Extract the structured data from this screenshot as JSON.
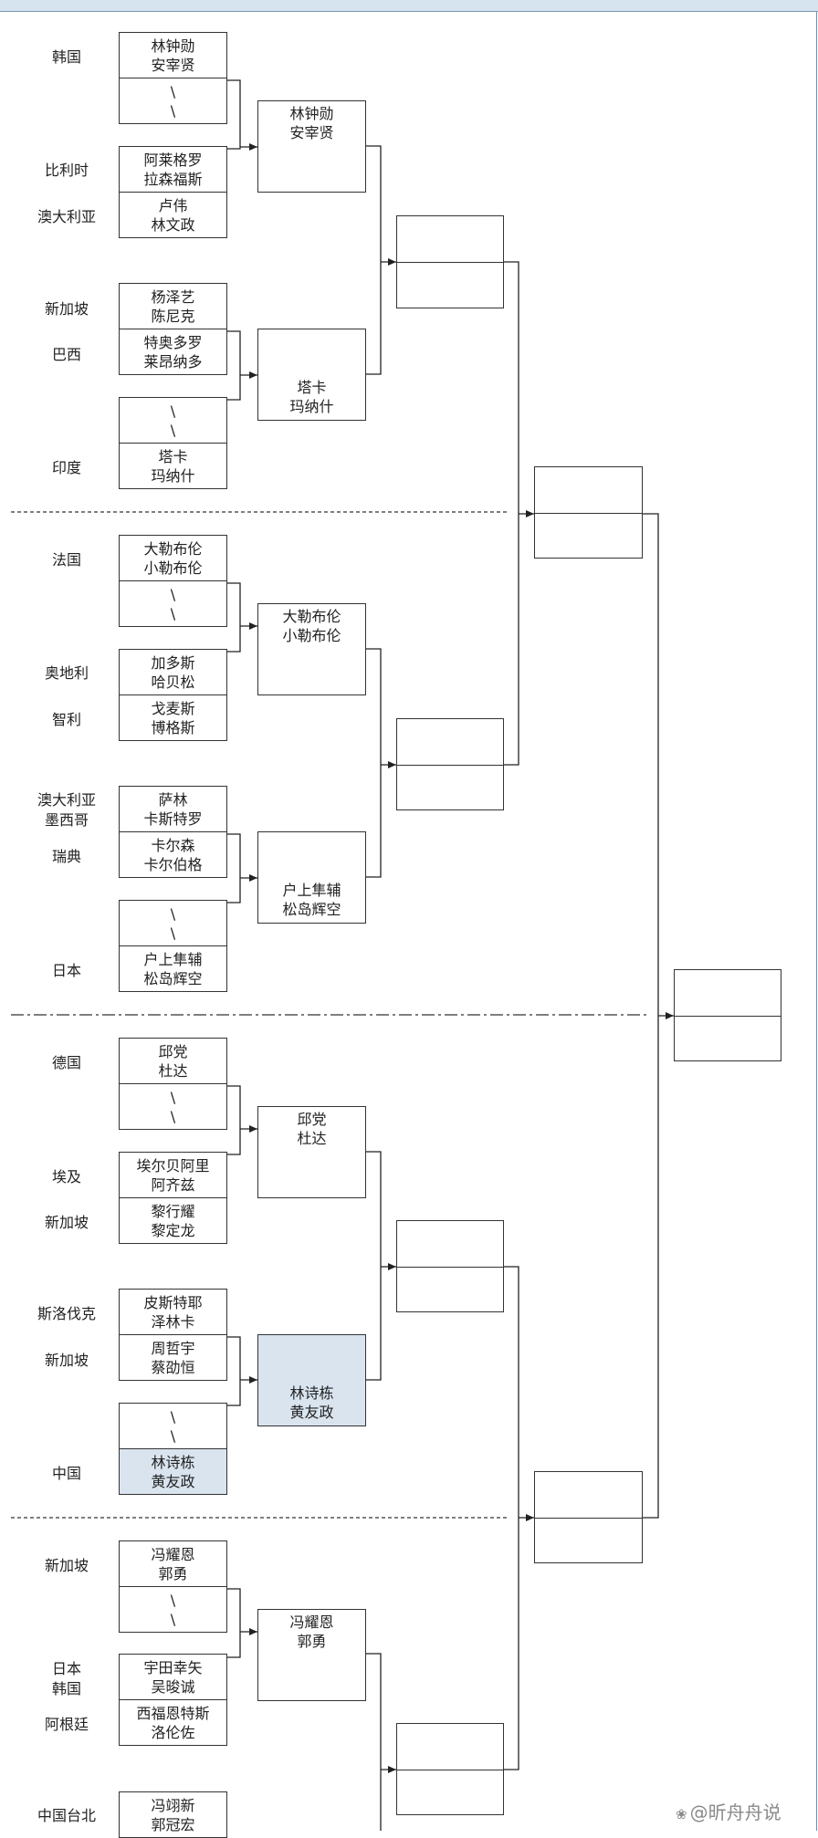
{
  "rounds": {
    "r1": [
      {
        "label": "slot-1",
        "lines": [
          "林钟勋",
          "安宰贤"
        ]
      },
      {
        "label": "slot-2",
        "lines": [
          "\\",
          "\\"
        ]
      },
      {
        "label": "slot-3",
        "lines": [
          "阿莱格罗",
          "拉森福斯"
        ]
      },
      {
        "label": "slot-4",
        "lines": [
          "卢伟",
          "林文政"
        ]
      },
      {
        "label": "slot-5",
        "lines": [
          "杨泽艺",
          "陈尼克"
        ]
      },
      {
        "label": "slot-6",
        "lines": [
          "特奥多罗",
          "莱昂纳多"
        ]
      },
      {
        "label": "slot-7",
        "lines": [
          "\\",
          "\\"
        ]
      },
      {
        "label": "slot-8",
        "lines": [
          "塔卡",
          "玛纳什"
        ]
      },
      {
        "label": "slot-9",
        "lines": [
          "大勒布伦",
          "小勒布伦"
        ]
      },
      {
        "label": "slot-10",
        "lines": [
          "\\",
          "\\"
        ]
      },
      {
        "label": "slot-11",
        "lines": [
          "加多斯",
          "哈贝松"
        ]
      },
      {
        "label": "slot-12",
        "lines": [
          "戈麦斯",
          "博格斯"
        ]
      },
      {
        "label": "slot-13",
        "lines": [
          "萨林",
          "卡斯特罗"
        ]
      },
      {
        "label": "slot-14",
        "lines": [
          "卡尔森",
          "卡尔伯格"
        ]
      },
      {
        "label": "slot-15",
        "lines": [
          "\\",
          "\\"
        ]
      },
      {
        "label": "slot-16",
        "lines": [
          "户上隼辅",
          "松岛辉空"
        ]
      },
      {
        "label": "slot-17",
        "lines": [
          "邱党",
          "杜达"
        ]
      },
      {
        "label": "slot-18",
        "lines": [
          "\\",
          "\\"
        ]
      },
      {
        "label": "slot-19",
        "lines": [
          "埃尔贝阿里",
          "阿齐兹"
        ]
      },
      {
        "label": "slot-20",
        "lines": [
          "黎行耀",
          "黎定龙"
        ]
      },
      {
        "label": "slot-21",
        "lines": [
          "皮斯特耶",
          "泽林卡"
        ]
      },
      {
        "label": "slot-22",
        "lines": [
          "周哲宇",
          "蔡劭恒"
        ]
      },
      {
        "label": "slot-23",
        "lines": [
          "\\",
          "\\"
        ]
      },
      {
        "label": "slot-24",
        "lines": [
          "林诗栋",
          "黄友政"
        ],
        "highlight": true
      },
      {
        "label": "slot-25",
        "lines": [
          "冯耀恩",
          "郭勇"
        ]
      },
      {
        "label": "slot-26",
        "lines": [
          "\\",
          "\\"
        ]
      },
      {
        "label": "slot-27",
        "lines": [
          "宇田幸矢",
          "吴晙诚"
        ]
      },
      {
        "label": "slot-28",
        "lines": [
          "西福恩特斯",
          "洛伦佐"
        ]
      },
      {
        "label": "slot-29",
        "lines": [
          "冯翊新",
          "郭冠宏"
        ]
      }
    ],
    "r2": [
      {
        "label": "r2-1",
        "lines": [
          "林钟勋",
          "安宰贤"
        ],
        "pos": "top"
      },
      {
        "label": "r2-2",
        "lines": [
          "塔卡",
          "玛纳什"
        ],
        "pos": "bottom"
      },
      {
        "label": "r2-3",
        "lines": [
          "大勒布伦",
          "小勒布伦"
        ],
        "pos": "top"
      },
      {
        "label": "r2-4",
        "lines": [
          "户上隼辅",
          "松岛辉空"
        ],
        "pos": "bottom"
      },
      {
        "label": "r2-5",
        "lines": [
          "邱党",
          "杜达"
        ],
        "pos": "top"
      },
      {
        "label": "r2-6",
        "lines": [
          "林诗栋",
          "黄友政"
        ],
        "pos": "bottom",
        "highlight": true
      },
      {
        "label": "r2-7",
        "lines": [
          "冯耀恩",
          "郭勇"
        ],
        "pos": "top"
      }
    ]
  },
  "countries": [
    "韩国",
    "比利时",
    "澳大利亚",
    "新加坡",
    "巴西",
    "印度",
    "法国",
    "奥地利",
    "智利",
    "澳大利亚",
    "墨西哥",
    "瑞典",
    "日本",
    "德国",
    "埃及",
    "新加坡",
    "斯洛伐克",
    "新加坡",
    "中国",
    "新加坡",
    "日本",
    "韩国",
    "阿根廷",
    "中国台北"
  ],
  "watermark": {
    "icon": "weibo-logo-icon",
    "text": "@昕舟舟说"
  }
}
